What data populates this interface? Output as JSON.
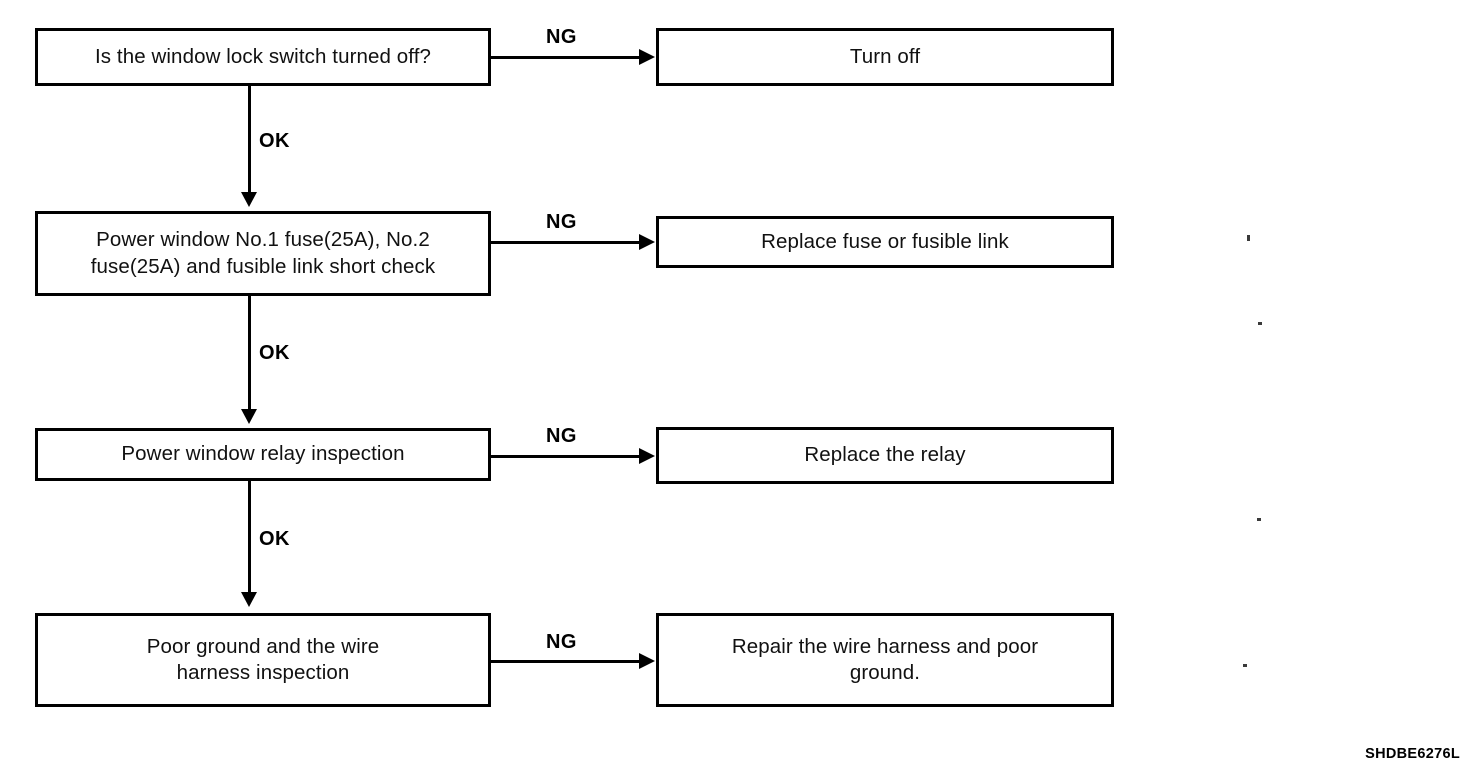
{
  "figure": {
    "caption_code": "SHDBE6276L",
    "ink_color": "#000000",
    "background_color": "#ffffff"
  },
  "chart_data": {
    "type": "diagram",
    "title": "",
    "nodes": [
      {
        "id": "n1",
        "column": "left",
        "row": 1,
        "text": "Is the window lock switch turned off?"
      },
      {
        "id": "n2",
        "column": "right",
        "row": 1,
        "text": "Turn off"
      },
      {
        "id": "n3",
        "column": "left",
        "row": 2,
        "text": "Power window No.1 fuse(25A), No.2\nfuse(25A) and fusible link short check"
      },
      {
        "id": "n4",
        "column": "right",
        "row": 2,
        "text": "Replace fuse or fusible link"
      },
      {
        "id": "n5",
        "column": "left",
        "row": 3,
        "text": "Power window relay inspection"
      },
      {
        "id": "n6",
        "column": "right",
        "row": 3,
        "text": "Replace the relay"
      },
      {
        "id": "n7",
        "column": "left",
        "row": 4,
        "text": "Poor ground and the wire\nharness inspection"
      },
      {
        "id": "n8",
        "column": "right",
        "row": 4,
        "text": "Repair the wire harness and poor\nground."
      }
    ],
    "edges": [
      {
        "from": "n1",
        "to": "n2",
        "label": "NG",
        "direction": "right"
      },
      {
        "from": "n1",
        "to": "n3",
        "label": "OK",
        "direction": "down"
      },
      {
        "from": "n3",
        "to": "n4",
        "label": "NG",
        "direction": "right"
      },
      {
        "from": "n3",
        "to": "n5",
        "label": "OK",
        "direction": "down"
      },
      {
        "from": "n5",
        "to": "n6",
        "label": "NG",
        "direction": "right"
      },
      {
        "from": "n5",
        "to": "n7",
        "label": "OK",
        "direction": "down"
      },
      {
        "from": "n7",
        "to": "n8",
        "label": "NG",
        "direction": "right"
      }
    ]
  }
}
